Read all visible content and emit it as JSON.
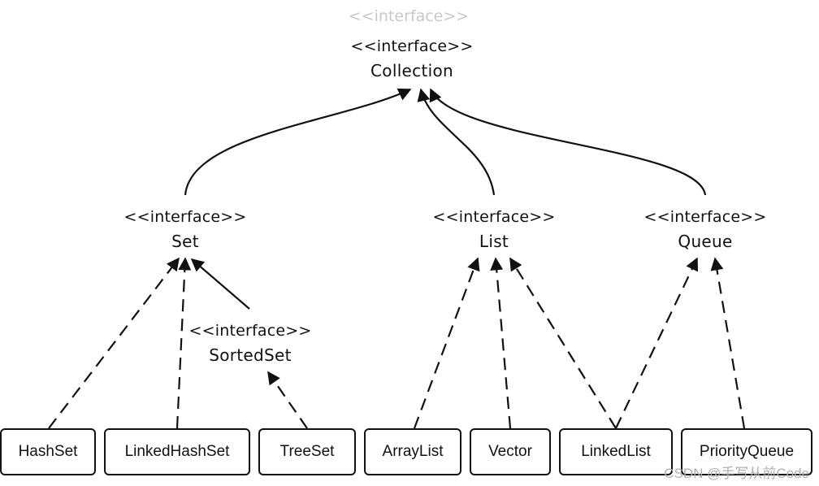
{
  "ghost_header": "<<interface>>",
  "interfaces": {
    "collection": {
      "stereotype": "<<interface>>",
      "name": "Collection"
    },
    "set": {
      "stereotype": "<<interface>>",
      "name": "Set"
    },
    "list": {
      "stereotype": "<<interface>>",
      "name": "List"
    },
    "queue": {
      "stereotype": "<<interface>>",
      "name": "Queue"
    },
    "sortedset": {
      "stereotype": "<<interface>>",
      "name": "SortedSet"
    }
  },
  "classes": {
    "hashset": "HashSet",
    "linkedhashset": "LinkedHashSet",
    "treeset": "TreeSet",
    "arraylist": "ArrayList",
    "vector": "Vector",
    "linkedlist": "LinkedList",
    "priorityqueue": "PriorityQueue"
  },
  "relations": [
    {
      "from": "Set",
      "to": "Collection",
      "type": "extends"
    },
    {
      "from": "List",
      "to": "Collection",
      "type": "extends"
    },
    {
      "from": "Queue",
      "to": "Collection",
      "type": "extends"
    },
    {
      "from": "SortedSet",
      "to": "Set",
      "type": "extends"
    },
    {
      "from": "HashSet",
      "to": "Set",
      "type": "implements"
    },
    {
      "from": "LinkedHashSet",
      "to": "Set",
      "type": "implements"
    },
    {
      "from": "TreeSet",
      "to": "SortedSet",
      "type": "implements"
    },
    {
      "from": "ArrayList",
      "to": "List",
      "type": "implements"
    },
    {
      "from": "Vector",
      "to": "List",
      "type": "implements"
    },
    {
      "from": "LinkedList",
      "to": "List",
      "type": "implements"
    },
    {
      "from": "LinkedList",
      "to": "Queue",
      "type": "implements"
    },
    {
      "from": "PriorityQueue",
      "to": "Queue",
      "type": "implements"
    }
  ],
  "watermark": "CSDN @手写从前Code"
}
